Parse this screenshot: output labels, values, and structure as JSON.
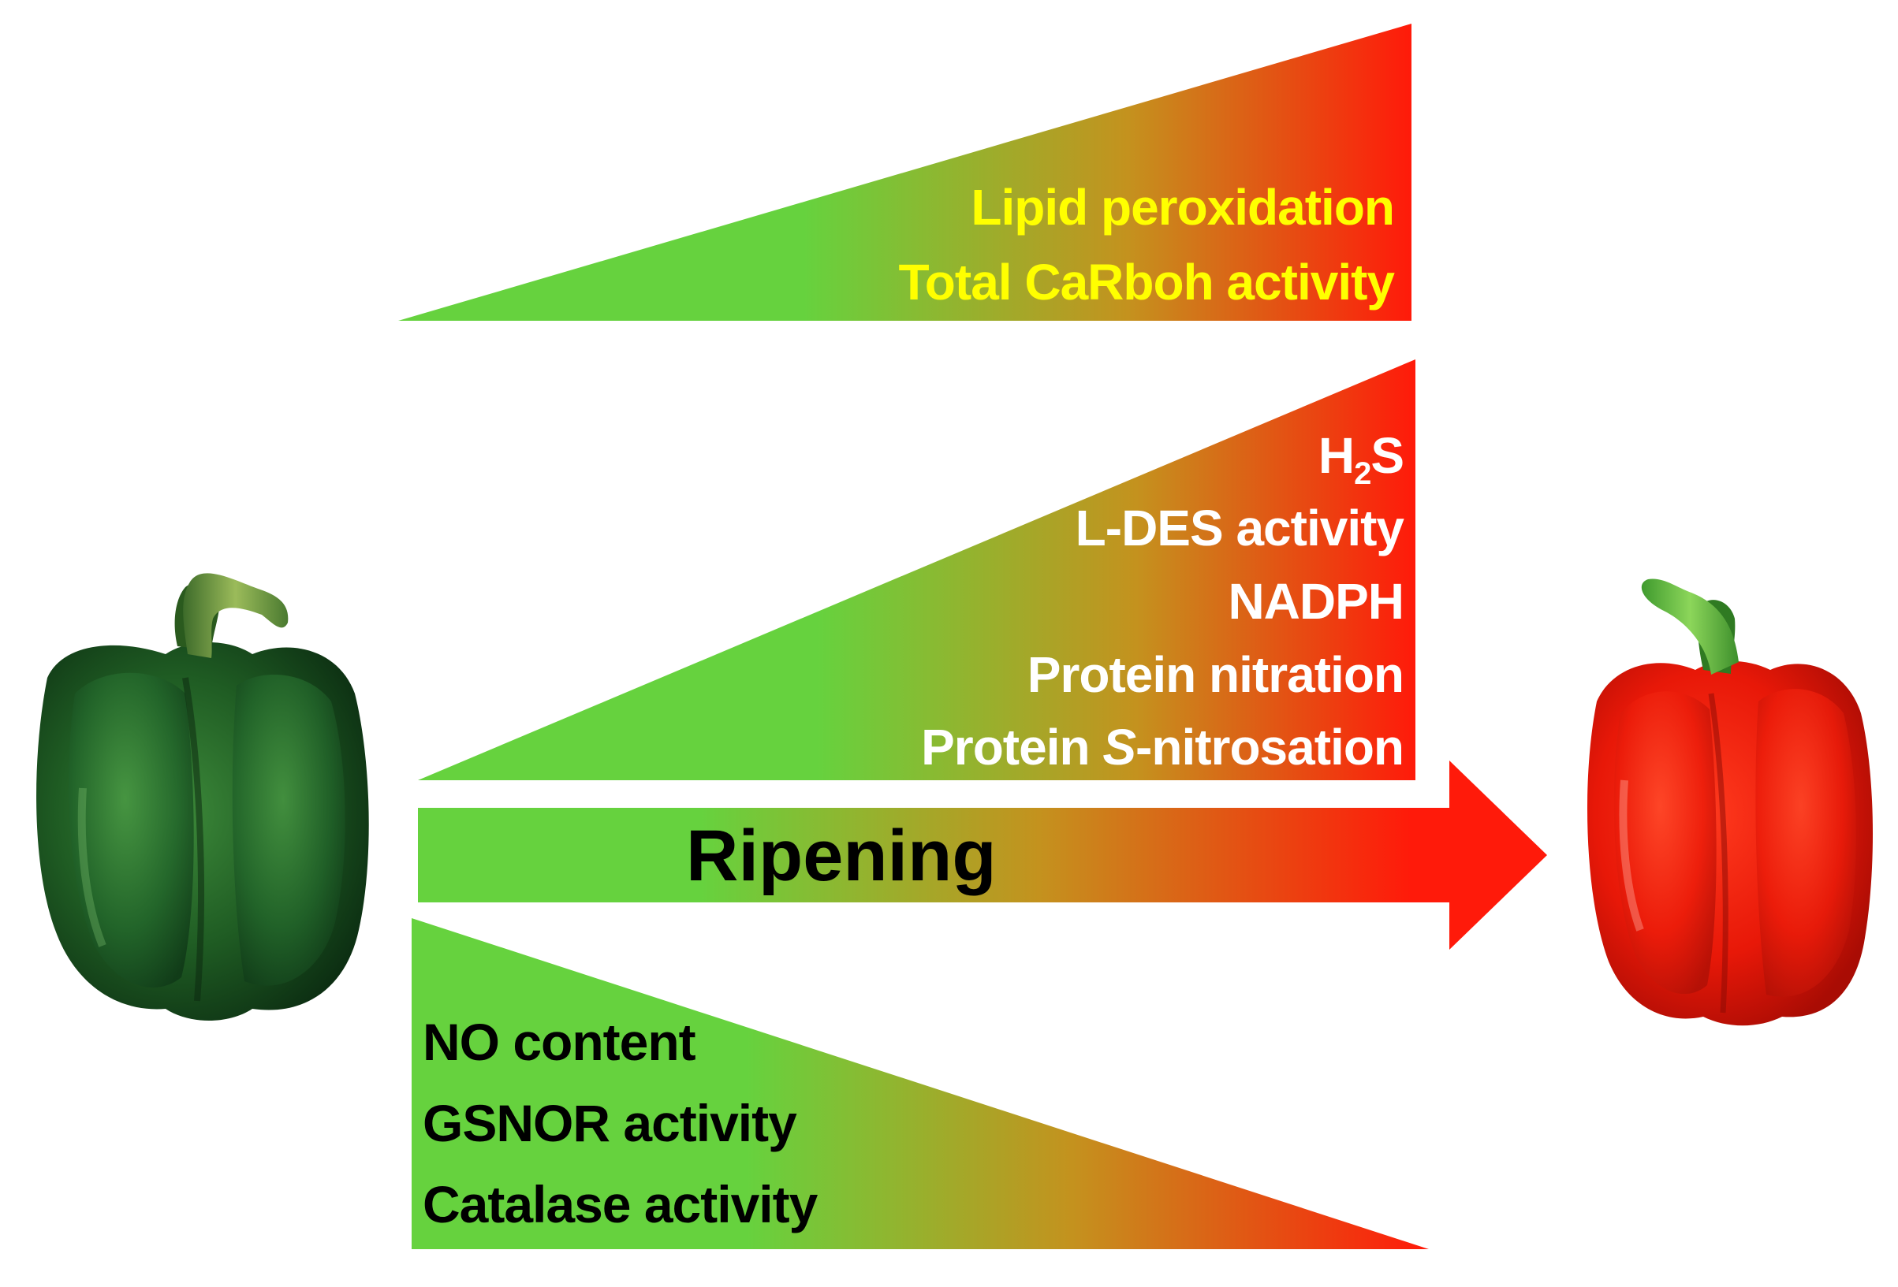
{
  "colors": {
    "green": "#66d23e",
    "mid": "#c4921e",
    "red": "#ff1a0a",
    "yellow_text": "#ffff00",
    "white_text": "#ffffff",
    "black_text": "#000000"
  },
  "green_pepper": {
    "icon": "green-bell-pepper-icon"
  },
  "red_pepper": {
    "icon": "red-bell-pepper-icon"
  },
  "top_wedge": {
    "lines": [
      "Lipid peroxidation",
      "Total CaRboh activity"
    ]
  },
  "middle_wedge": {
    "h2s": {
      "base": "H",
      "sub": "2",
      "tail": "S"
    },
    "ldes": "L-DES activity",
    "nadph": "NADPH",
    "nitration": "Protein nitration",
    "snitrosation": {
      "prefix": "Protein ",
      "italic": "S",
      "suffix": "-nitrosation"
    }
  },
  "arrow": {
    "label": "Ripening"
  },
  "bottom_wedge": {
    "lines": [
      "NO content",
      "GSNOR activity",
      "Catalase activity"
    ]
  }
}
